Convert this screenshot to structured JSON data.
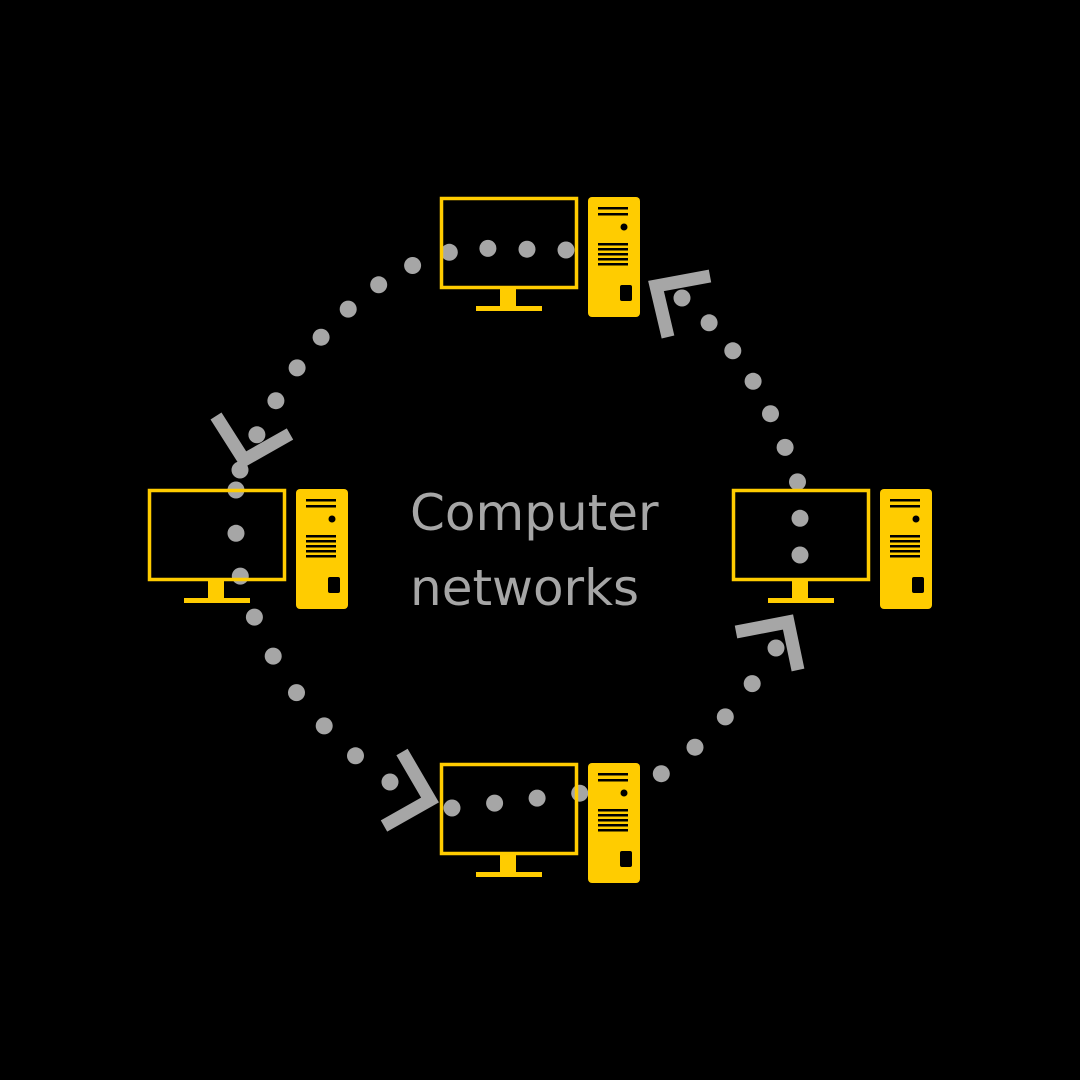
{
  "title": {
    "line1": "Computer",
    "line2": "networks"
  },
  "colors": {
    "background": "#000000",
    "computer": "#ffcc00",
    "link": "#a6a6a6",
    "text": "#a6a6a6"
  },
  "nodes": [
    {
      "name": "computer-top",
      "icon": "desktop-computer-icon"
    },
    {
      "name": "computer-left",
      "icon": "desktop-computer-icon"
    },
    {
      "name": "computer-right",
      "icon": "desktop-computer-icon"
    },
    {
      "name": "computer-bottom",
      "icon": "desktop-computer-icon"
    }
  ],
  "links": [
    {
      "name": "link-top-to-left",
      "from": "computer-top",
      "to": "computer-left"
    },
    {
      "name": "link-left-to-bottom",
      "from": "computer-left",
      "to": "computer-bottom"
    },
    {
      "name": "link-bottom-to-right",
      "from": "computer-bottom",
      "to": "computer-right"
    },
    {
      "name": "link-right-to-top",
      "from": "computer-right",
      "to": "computer-top"
    }
  ]
}
